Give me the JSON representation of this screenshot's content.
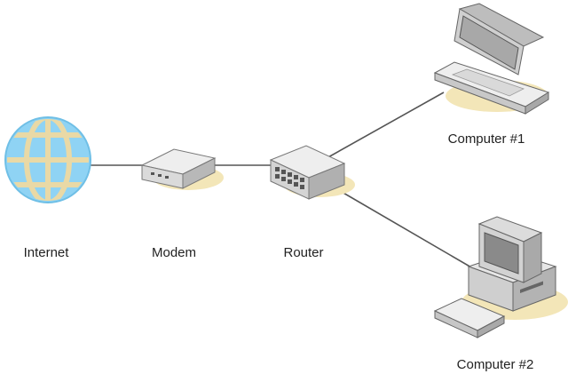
{
  "nodes": {
    "internet": {
      "label": "Internet",
      "icon": "globe-icon"
    },
    "modem": {
      "label": "Modem",
      "icon": "modem-icon"
    },
    "router": {
      "label": "Router",
      "icon": "router-icon"
    },
    "computer1": {
      "label": "Computer #1",
      "icon": "laptop-icon"
    },
    "computer2": {
      "label": "Computer #2",
      "icon": "desktop-computer-icon"
    }
  },
  "connections": [
    {
      "from": "Internet",
      "to": "Modem"
    },
    {
      "from": "Modem",
      "to": "Router"
    },
    {
      "from": "Router",
      "to": "Computer #1"
    },
    {
      "from": "Router",
      "to": "Computer #2"
    }
  ],
  "colors": {
    "globe_fill": "#8fd3f4",
    "globe_grid": "#e9d9a6",
    "device_light": "#eeeeee",
    "device_mid": "#c9c9c9",
    "device_dark": "#8a8a8a",
    "shadow": "#f3e6b8",
    "line": "#555555"
  }
}
